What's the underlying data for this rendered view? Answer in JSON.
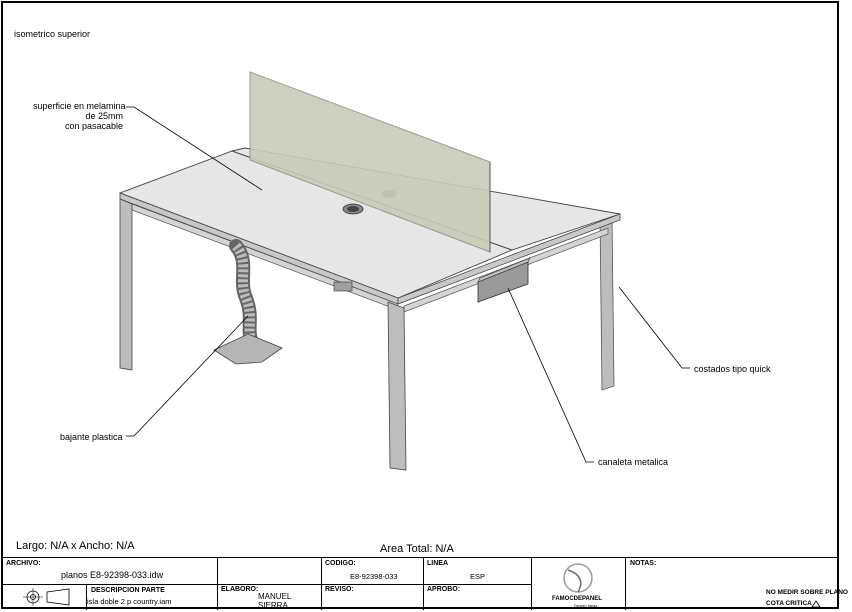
{
  "view_title": "isometrico superior",
  "callouts": {
    "superficie": [
      "superficie en melamina",
      "de 25mm",
      "con pasacable"
    ],
    "costados": "costados tipo quick",
    "bajante": "bajante plastica",
    "canaleta": "canaleta metalica"
  },
  "dimensions": {
    "largo_ancho": "Largo: N/A x Ancho: N/A",
    "area_total": "Area Total: N/A"
  },
  "title_block": {
    "archivo_label": "ARCHIVO:",
    "archivo_value": "planos E8-92398-033.idw",
    "descripcion_label": "DESCRIPCION PARTE",
    "descripcion_value": "isla doble  2 p country.iam",
    "elaboro_label": "ELABORO:",
    "elaboro_value": [
      "MANUEL",
      "SIERRA"
    ],
    "codigo_label": "CODIGO:",
    "codigo_value": "E8-92398-033",
    "reviso_label": "REVISO:",
    "linea_label": "LINEA",
    "linea_value": "ESP",
    "aprobo_label": "APROBO:",
    "logo_text": "FAMOCDEPANEL",
    "logo_sub": "Design Ideas",
    "notas_label": "NOTAS:",
    "nota_1": "NO MEDIR SOBRE PLANO",
    "nota_2": "COTA CRITICA"
  },
  "colors": {
    "table_top": "#e6e6e6",
    "table_edge": "#c8c8c8",
    "legs": "#bdbdbd",
    "screen": "#c8cbb8",
    "screen_edge": "#8f937f"
  }
}
